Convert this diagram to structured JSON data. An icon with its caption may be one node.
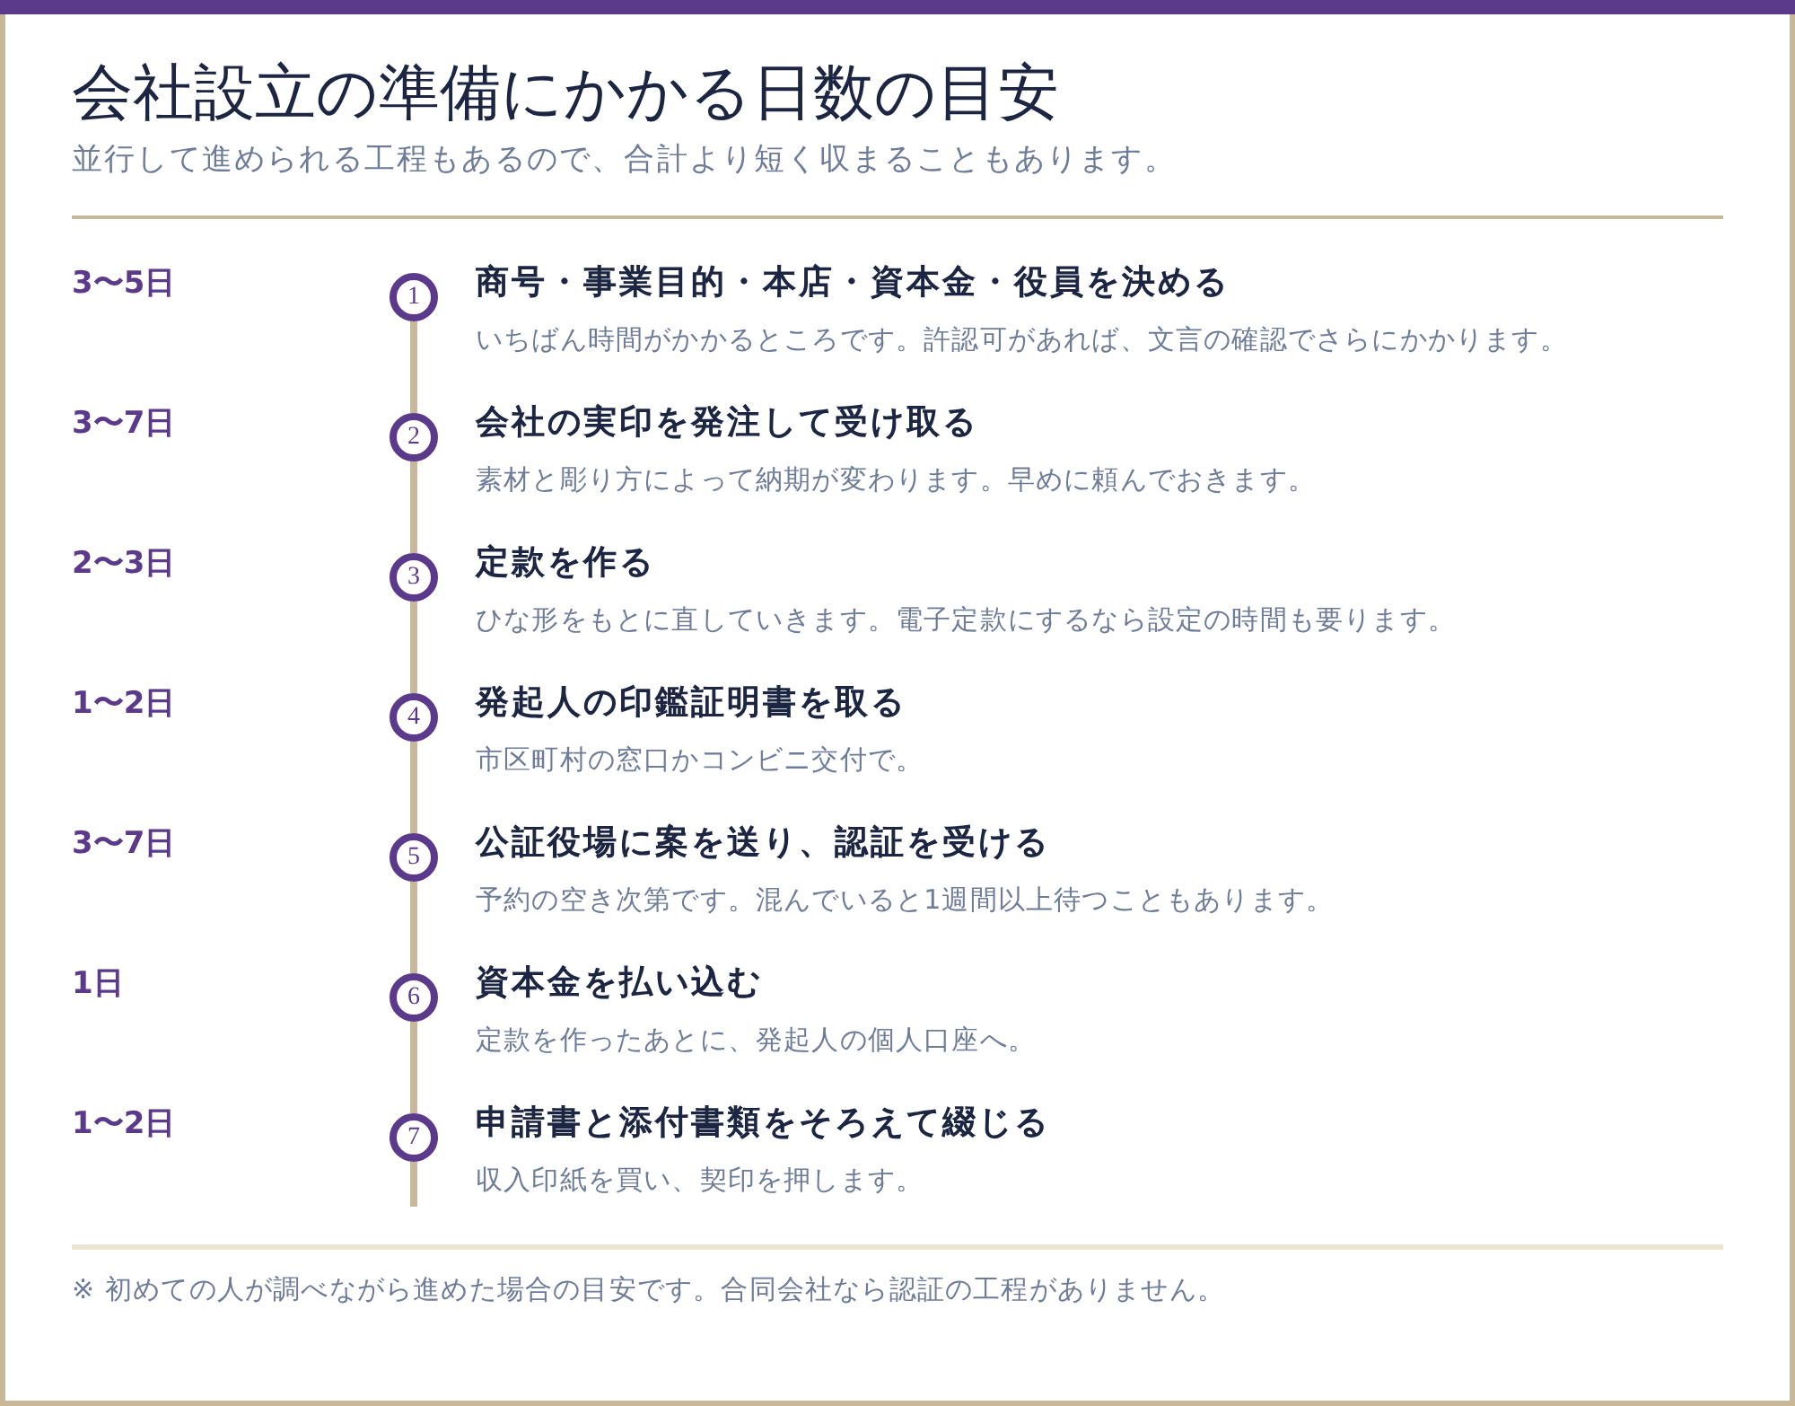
{
  "diagram": {
    "title": "会社設立の準備にかかる日数の目安",
    "caption": "※ 初めての人が調べながら進めた場合の目安です。合同会社なら認証の工程がありません。",
    "labels": [
      "並行して進められる工程もあるので、合計より短く収まることもあります。",
      "3〜5日",
      "3〜7日",
      "2〜3日",
      "1〜2日",
      "3〜7日",
      "1日",
      "1〜2日"
    ],
    "nodes": [
      {
        "text": [
          "1"
        ],
        "beside": [
          "商号・事業目的・本店・資本金・役員を決める",
          "いちばん時間がかかるところです。許認可があれば、文言の確認でさらにかかります。"
        ]
      },
      {
        "text": [
          "2"
        ],
        "beside": [
          "会社の実印を発注して受け取る",
          "素材と彫り方によって納期が変わります。早めに頼んでおきます。"
        ]
      },
      {
        "text": [
          "3"
        ],
        "beside": [
          "定款を作る",
          "ひな形をもとに直していきます。電子定款にするなら設定の時間も要ります。"
        ]
      },
      {
        "text": [
          "4"
        ],
        "beside": [
          "発起人の印鑑証明書を取る",
          "市区町村の窓口かコンビニ交付で。"
        ]
      },
      {
        "text": [
          "5"
        ],
        "beside": [
          "公証役場に案を送り、認証を受ける",
          "予約の空き次第です。混んでいると1週間以上待つこともあります。"
        ]
      },
      {
        "text": [
          "6"
        ],
        "beside": [
          "資本金を払い込む",
          "定款を作ったあとに、発起人の個人口座へ。"
        ]
      },
      {
        "text": [
          "7"
        ],
        "beside": [
          "申請書と添付書類をそろえて綴じる",
          "収入印紙を買い、契印を押します。"
        ]
      }
    ],
    "edges": [
      {
        "from": 0,
        "to": 1,
        "arrow": "none"
      },
      {
        "from": 1,
        "to": 2,
        "arrow": "none"
      },
      {
        "from": 2,
        "to": 3,
        "arrow": "none"
      },
      {
        "from": 3,
        "to": 4,
        "arrow": "none"
      },
      {
        "from": 4,
        "to": 5,
        "arrow": "none"
      },
      {
        "from": 5,
        "to": 6,
        "arrow": "none"
      },
      {
        "from": 6,
        "to": null,
        "arrow": "none"
      }
    ]
  }
}
